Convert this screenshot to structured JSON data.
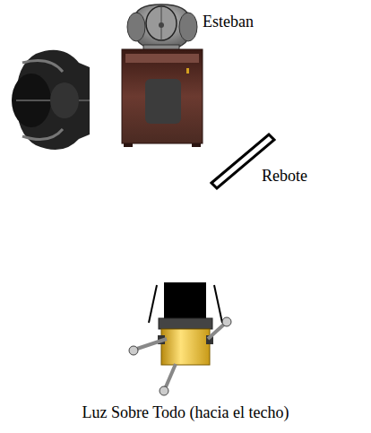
{
  "diagram": {
    "labels": [
      "Esteban",
      "Rebote",
      "Luz Sobre Todo (hacia el techo)"
    ]
  }
}
